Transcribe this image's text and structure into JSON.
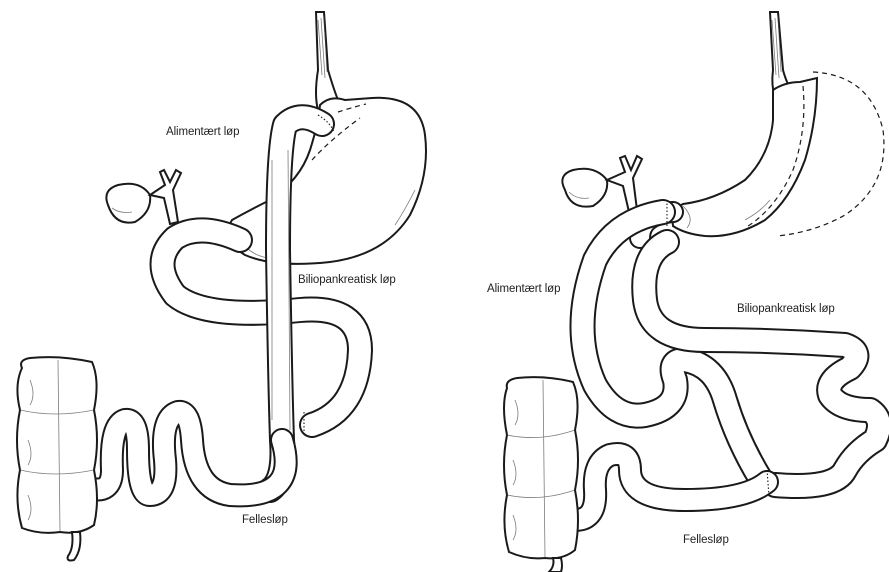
{
  "left": {
    "alimentary_label": "Alimentært løp",
    "biliopancreatic_label": "Biliopankreatisk løp",
    "common_label": "Fellesløp"
  },
  "right": {
    "alimentary_label": "Alimentært løp",
    "biliopancreatic_label": "Biliopankreatisk løp",
    "common_label": "Fellesløp"
  }
}
